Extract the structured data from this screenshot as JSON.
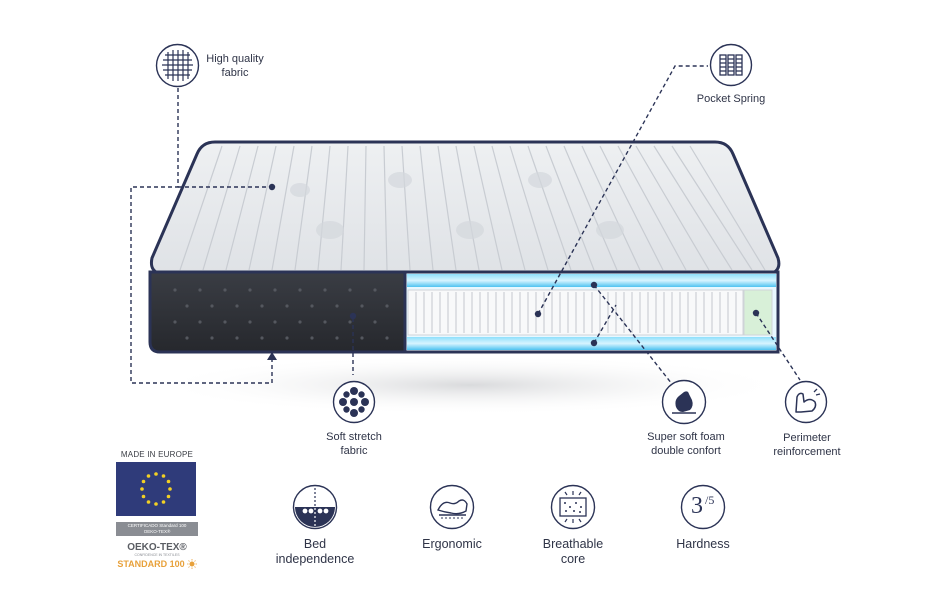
{
  "features": {
    "high_quality_fabric": {
      "line1": "High quality",
      "line2": "fabric",
      "icon": "fabric-grid-icon"
    },
    "pocket_spring": {
      "label": "Pocket Spring",
      "icon": "spring-icon"
    },
    "soft_stretch_fabric": {
      "line1": "Soft stretch",
      "line2": "fabric",
      "icon": "stretch-fabric-icon"
    },
    "super_soft_foam": {
      "line1": "Super soft foam",
      "line2": "double confort",
      "icon": "hand-press-icon"
    },
    "perimeter_reinforcement": {
      "line1": "Perimeter",
      "line2": "reinforcement",
      "icon": "arm-muscle-icon"
    }
  },
  "bottom": {
    "bed_independence": {
      "line1": "Bed",
      "line2": "independence",
      "icon": "bed-independence-icon"
    },
    "ergonomic": {
      "label": "Ergonomic",
      "icon": "ergonomic-icon"
    },
    "breathable": {
      "line1": "Breathable",
      "line2": "core",
      "icon": "breathable-icon"
    },
    "hardness": {
      "label": "Hardness",
      "value": "3",
      "scale": "/5"
    }
  },
  "badges": {
    "made_in_europe": "MADE IN EUROPE",
    "certificate_line": "CERTIFICADO Standard 100",
    "certificate_sub": "OEKO-TEX®",
    "oeko_tex": "OEKO-TEX®",
    "oeko_sub": "CONFIDENCE IN TEXTILES",
    "standard": "STANDARD 100"
  },
  "colors": {
    "navy": "#2b3356",
    "eu_blue": "#2f3b7a",
    "eu_star": "#f2d024",
    "foam_blue": "#4fc3f0",
    "standard_orange": "#e8a13a"
  }
}
